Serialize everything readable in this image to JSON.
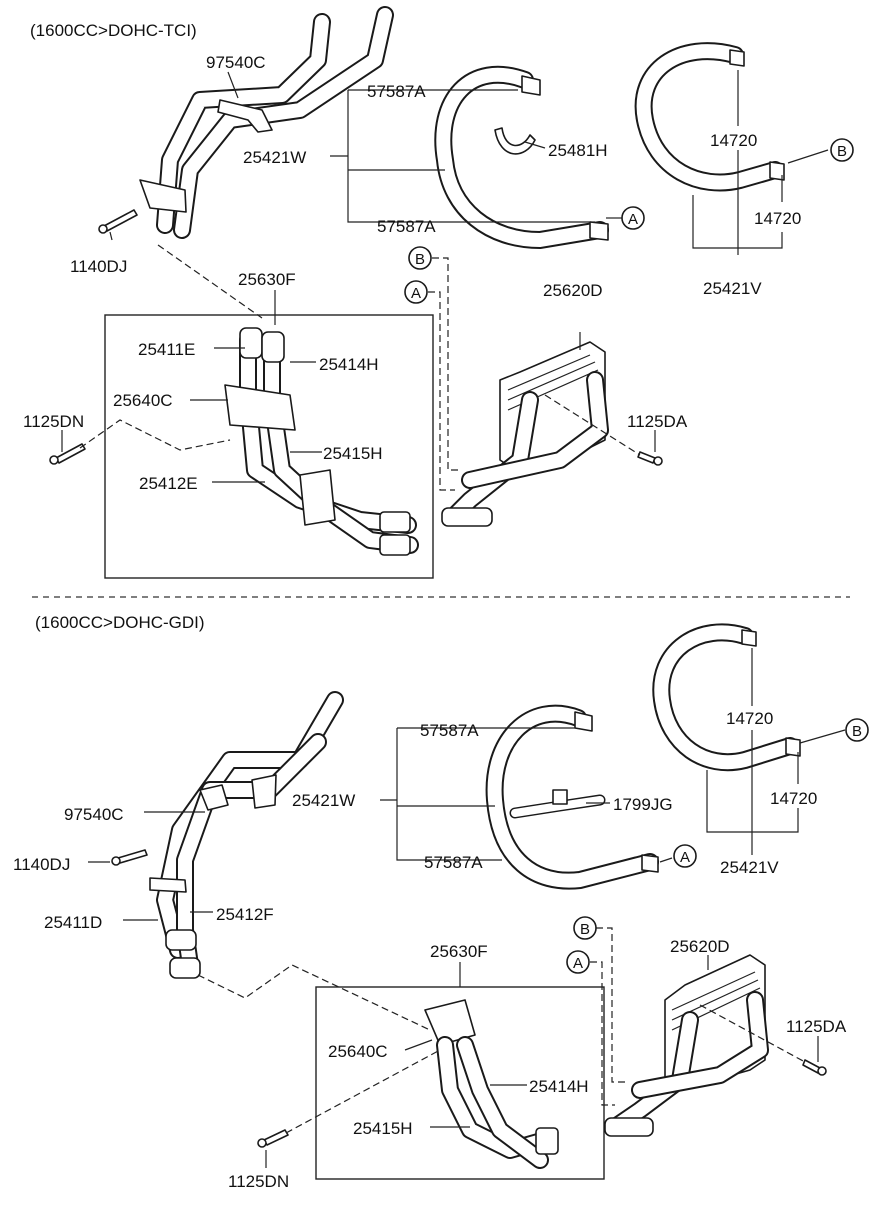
{
  "sections": [
    {
      "header": "(1600CC>DOHC-TCI)"
    },
    {
      "header": "(1600CC>DOHC-GDI)"
    }
  ],
  "labels": {
    "t_97540C": "97540C",
    "t_57587A_1": "57587A",
    "t_25481H": "25481H",
    "t_25421W": "25421W",
    "t_57587A_2": "57587A",
    "t_14720_1": "14720",
    "t_14720_2": "14720",
    "t_25421V": "25421V",
    "t_1140DJ": "1140DJ",
    "t_25630F": "25630F",
    "t_25620D": "25620D",
    "t_25411E": "25411E",
    "t_25414H": "25414H",
    "t_25640C": "25640C",
    "t_1125DN": "1125DN",
    "t_1125DA": "1125DA",
    "t_25415H": "25415H",
    "t_25412E": "25412E",
    "g_57587A_1": "57587A",
    "g_25421W": "25421W",
    "g_1799JG": "1799JG",
    "g_57587A_2": "57587A",
    "g_14720_1": "14720",
    "g_14720_2": "14720",
    "g_25421V": "25421V",
    "g_97540C": "97540C",
    "g_1140DJ": "1140DJ",
    "g_25411D": "25411D",
    "g_25412F": "25412F",
    "g_25630F": "25630F",
    "g_25620D": "25620D",
    "g_25640C": "25640C",
    "g_1125DA": "1125DA",
    "g_25414H": "25414H",
    "g_25415H": "25415H",
    "g_1125DN": "1125DN"
  },
  "connectors": {
    "a": "A",
    "b": "B"
  }
}
